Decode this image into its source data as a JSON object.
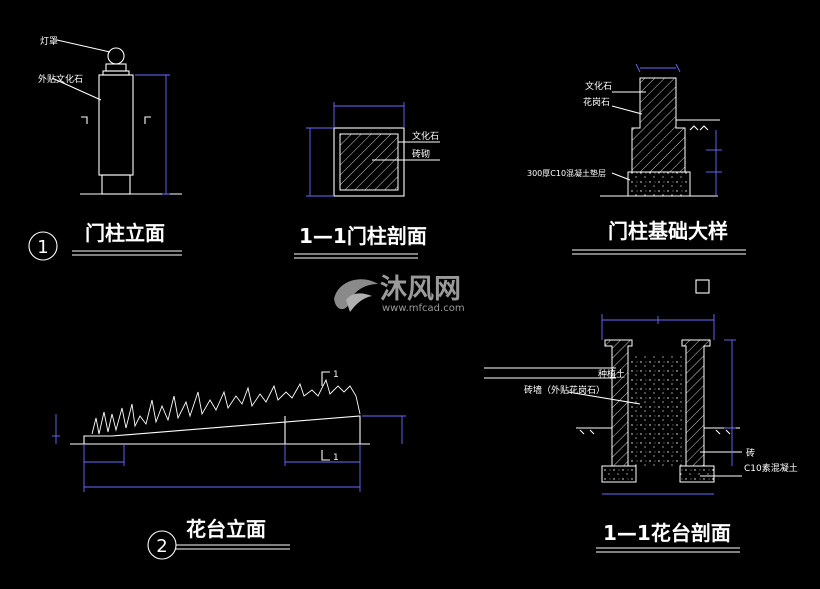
{
  "drawings": {
    "gate_elevation": {
      "number": "1",
      "title": "门柱立面",
      "labels": [
        "灯罩",
        "外贴文化石"
      ]
    },
    "gate_section": {
      "title": "1—1门柱剖面",
      "labels": [
        "文化石",
        "砖砌"
      ]
    },
    "gate_foundation": {
      "title": "门柱基础大样",
      "labels": [
        "文化石",
        "花岗石",
        "300厚C10混凝土垫层"
      ]
    },
    "planter_elevation": {
      "number": "2",
      "title": "花台立面",
      "section_marks": [
        "1",
        "1"
      ]
    },
    "planter_section": {
      "title": "1—1花台剖面",
      "labels": [
        "种植土",
        "砖墙（外贴花岗石）",
        "砖",
        "C10素混凝土"
      ]
    }
  },
  "watermark": {
    "brand": "沐风网",
    "url": "www.mfcad.com"
  },
  "colors": {
    "background": "#000000",
    "linework": "#ffffff",
    "dimensions": "#6a6aff",
    "watermark": "#9a9a9a"
  }
}
